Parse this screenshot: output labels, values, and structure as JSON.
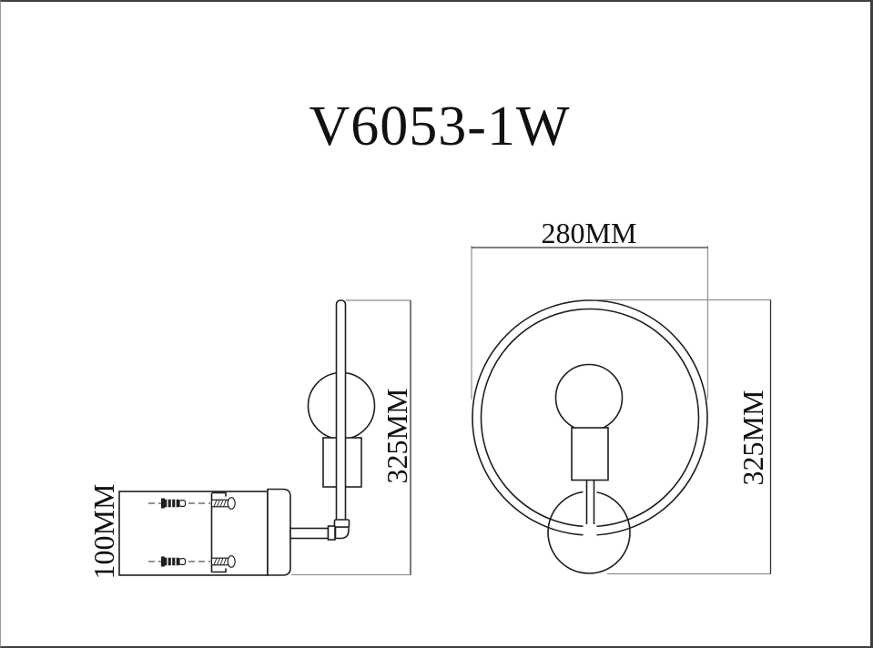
{
  "title": "V6053-1W",
  "colors": {
    "line": "#1f1f1f",
    "dimension": "#333333",
    "extension": "#8f8f8f",
    "text": "#111111",
    "background": "#ffffff",
    "border": "#3f3f3f"
  },
  "front_view": {
    "width_label": "280MM",
    "height_label": "325MM"
  },
  "side_view": {
    "depth_label": "100MM",
    "height_label": "325MM"
  }
}
